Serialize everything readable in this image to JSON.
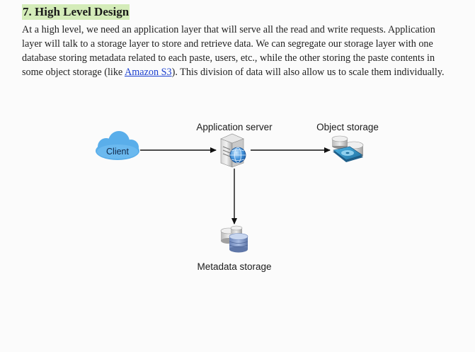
{
  "section": {
    "heading": "7. High Level Design",
    "para_before_link": "At a high level, we need an application layer that will serve all the read and write requests. Application layer will talk to a storage layer to store and retrieve data. We can segregate our storage layer with one database storing metadata related to each paste, users, etc., while the other storing the paste contents in some object storage (like ",
    "link_text": "Amazon S3",
    "para_after_link": "). This division of data will also allow us to scale them individually."
  },
  "diagram": {
    "client_label": "Client",
    "app_server_label": "Application server",
    "object_storage_label": "Object storage",
    "metadata_storage_label": "Metadata storage",
    "icons": [
      "cloud-icon",
      "server-globe-icon",
      "storage-disk-icon",
      "database-icon"
    ],
    "colors": {
      "cloud": "#5aaeea",
      "arrow": "#111111",
      "database_blue": "#7f97c6"
    }
  }
}
